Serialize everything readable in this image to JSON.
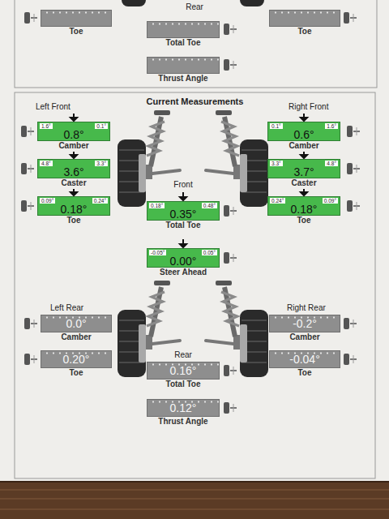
{
  "diagram": {
    "title": "Current Measurements",
    "nodes": [
      {
        "text": [
          "Toe"
        ]
      },
      {
        "text": [
          "Toe"
        ]
      },
      {
        "text": [
          "Total Toe"
        ]
      },
      {
        "text": [
          "Thrust Angle"
        ]
      },
      {
        "text": [
          "1.6°",
          "0.1°",
          "0.8°",
          "Camber"
        ]
      },
      {
        "text": [
          "0.1°",
          "1.6°",
          "0.6°",
          "Camber"
        ]
      },
      {
        "text": [
          "4.8°",
          "3.3°",
          "3.6°",
          "Caster"
        ]
      },
      {
        "text": [
          "3.3°",
          "4.8°",
          "3.7°",
          "Caster"
        ]
      },
      {
        "text": [
          "0.09°",
          "0.24°",
          "0.18°",
          "Toe"
        ]
      },
      {
        "text": [
          "0.18°",
          "0.48°",
          "0.35°",
          "Total Toe"
        ]
      },
      {
        "text": [
          "0.24°",
          "0.09°",
          "0.18°",
          "Toe"
        ]
      },
      {
        "text": [
          "-0.05°",
          "0.05°",
          "0.00°",
          "Steer Ahead"
        ]
      },
      {
        "text": [
          "0.0°",
          "Camber"
        ]
      },
      {
        "text": [
          "-0.2°",
          "Camber"
        ]
      },
      {
        "text": [
          "0.20°",
          "Toe"
        ]
      },
      {
        "text": [
          "-0.04°",
          "Toe"
        ]
      },
      {
        "text": [
          "0.16°",
          "Total Toe"
        ]
      },
      {
        "text": [
          "0.12°",
          "Thrust Angle"
        ]
      }
    ],
    "labels": [
      "Rear",
      "Left Front",
      "Right Front",
      "Front",
      "Left Rear",
      "Right Rear",
      "Rear"
    ]
  }
}
